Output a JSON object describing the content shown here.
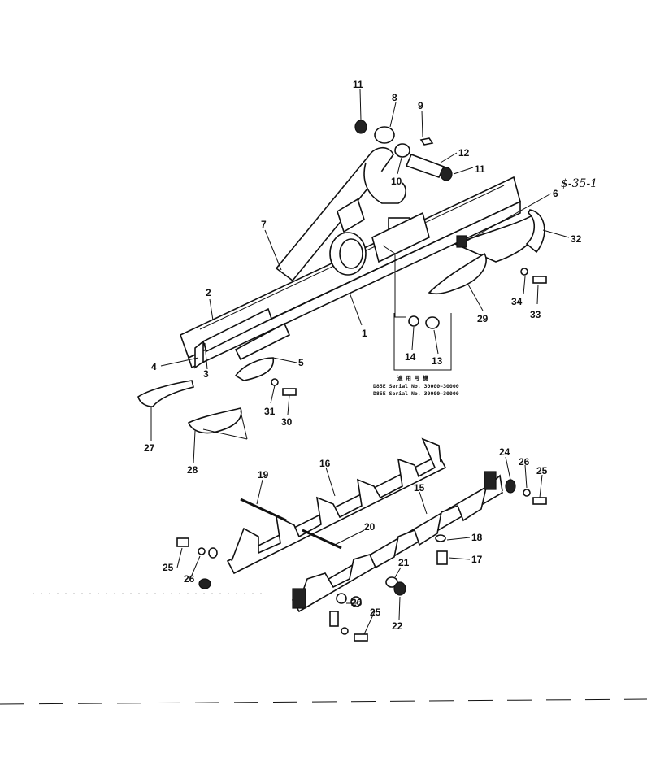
{
  "callouts": [
    {
      "id": "11a",
      "text": "11"
    },
    {
      "id": "8",
      "text": "8"
    },
    {
      "id": "9",
      "text": "9"
    },
    {
      "id": "12",
      "text": "12"
    },
    {
      "id": "11b",
      "text": "11"
    },
    {
      "id": "10",
      "text": "10"
    },
    {
      "id": "6",
      "text": "6"
    },
    {
      "id": "32",
      "text": "32"
    },
    {
      "id": "7",
      "text": "7"
    },
    {
      "id": "2",
      "text": "2"
    },
    {
      "id": "1",
      "text": "1"
    },
    {
      "id": "34",
      "text": "34"
    },
    {
      "id": "33",
      "text": "33"
    },
    {
      "id": "29",
      "text": "29"
    },
    {
      "id": "14",
      "text": "14"
    },
    {
      "id": "13",
      "text": "13"
    },
    {
      "id": "4",
      "text": "4"
    },
    {
      "id": "3",
      "text": "3"
    },
    {
      "id": "5",
      "text": "5"
    },
    {
      "id": "31",
      "text": "31"
    },
    {
      "id": "30",
      "text": "30"
    },
    {
      "id": "27",
      "text": "27"
    },
    {
      "id": "28",
      "text": "28"
    },
    {
      "id": "16",
      "text": "16"
    },
    {
      "id": "19",
      "text": "19"
    },
    {
      "id": "24",
      "text": "24"
    },
    {
      "id": "26a",
      "text": "26"
    },
    {
      "id": "25a",
      "text": "25"
    },
    {
      "id": "15",
      "text": "15"
    },
    {
      "id": "20",
      "text": "20"
    },
    {
      "id": "18",
      "text": "18"
    },
    {
      "id": "17",
      "text": "17"
    },
    {
      "id": "25b",
      "text": "25"
    },
    {
      "id": "26b",
      "text": "26"
    },
    {
      "id": "21",
      "text": "21"
    },
    {
      "id": "26c",
      "text": "26"
    },
    {
      "id": "25c",
      "text": "25"
    },
    {
      "id": "22",
      "text": "22"
    }
  ],
  "serial_note": {
    "line1": "適 用 号 機",
    "line2": "D85E  Serial No. 30000~30000",
    "line3": "D85E  Serial No. 30000~30000"
  },
  "handwritten_note": "$-35-1"
}
